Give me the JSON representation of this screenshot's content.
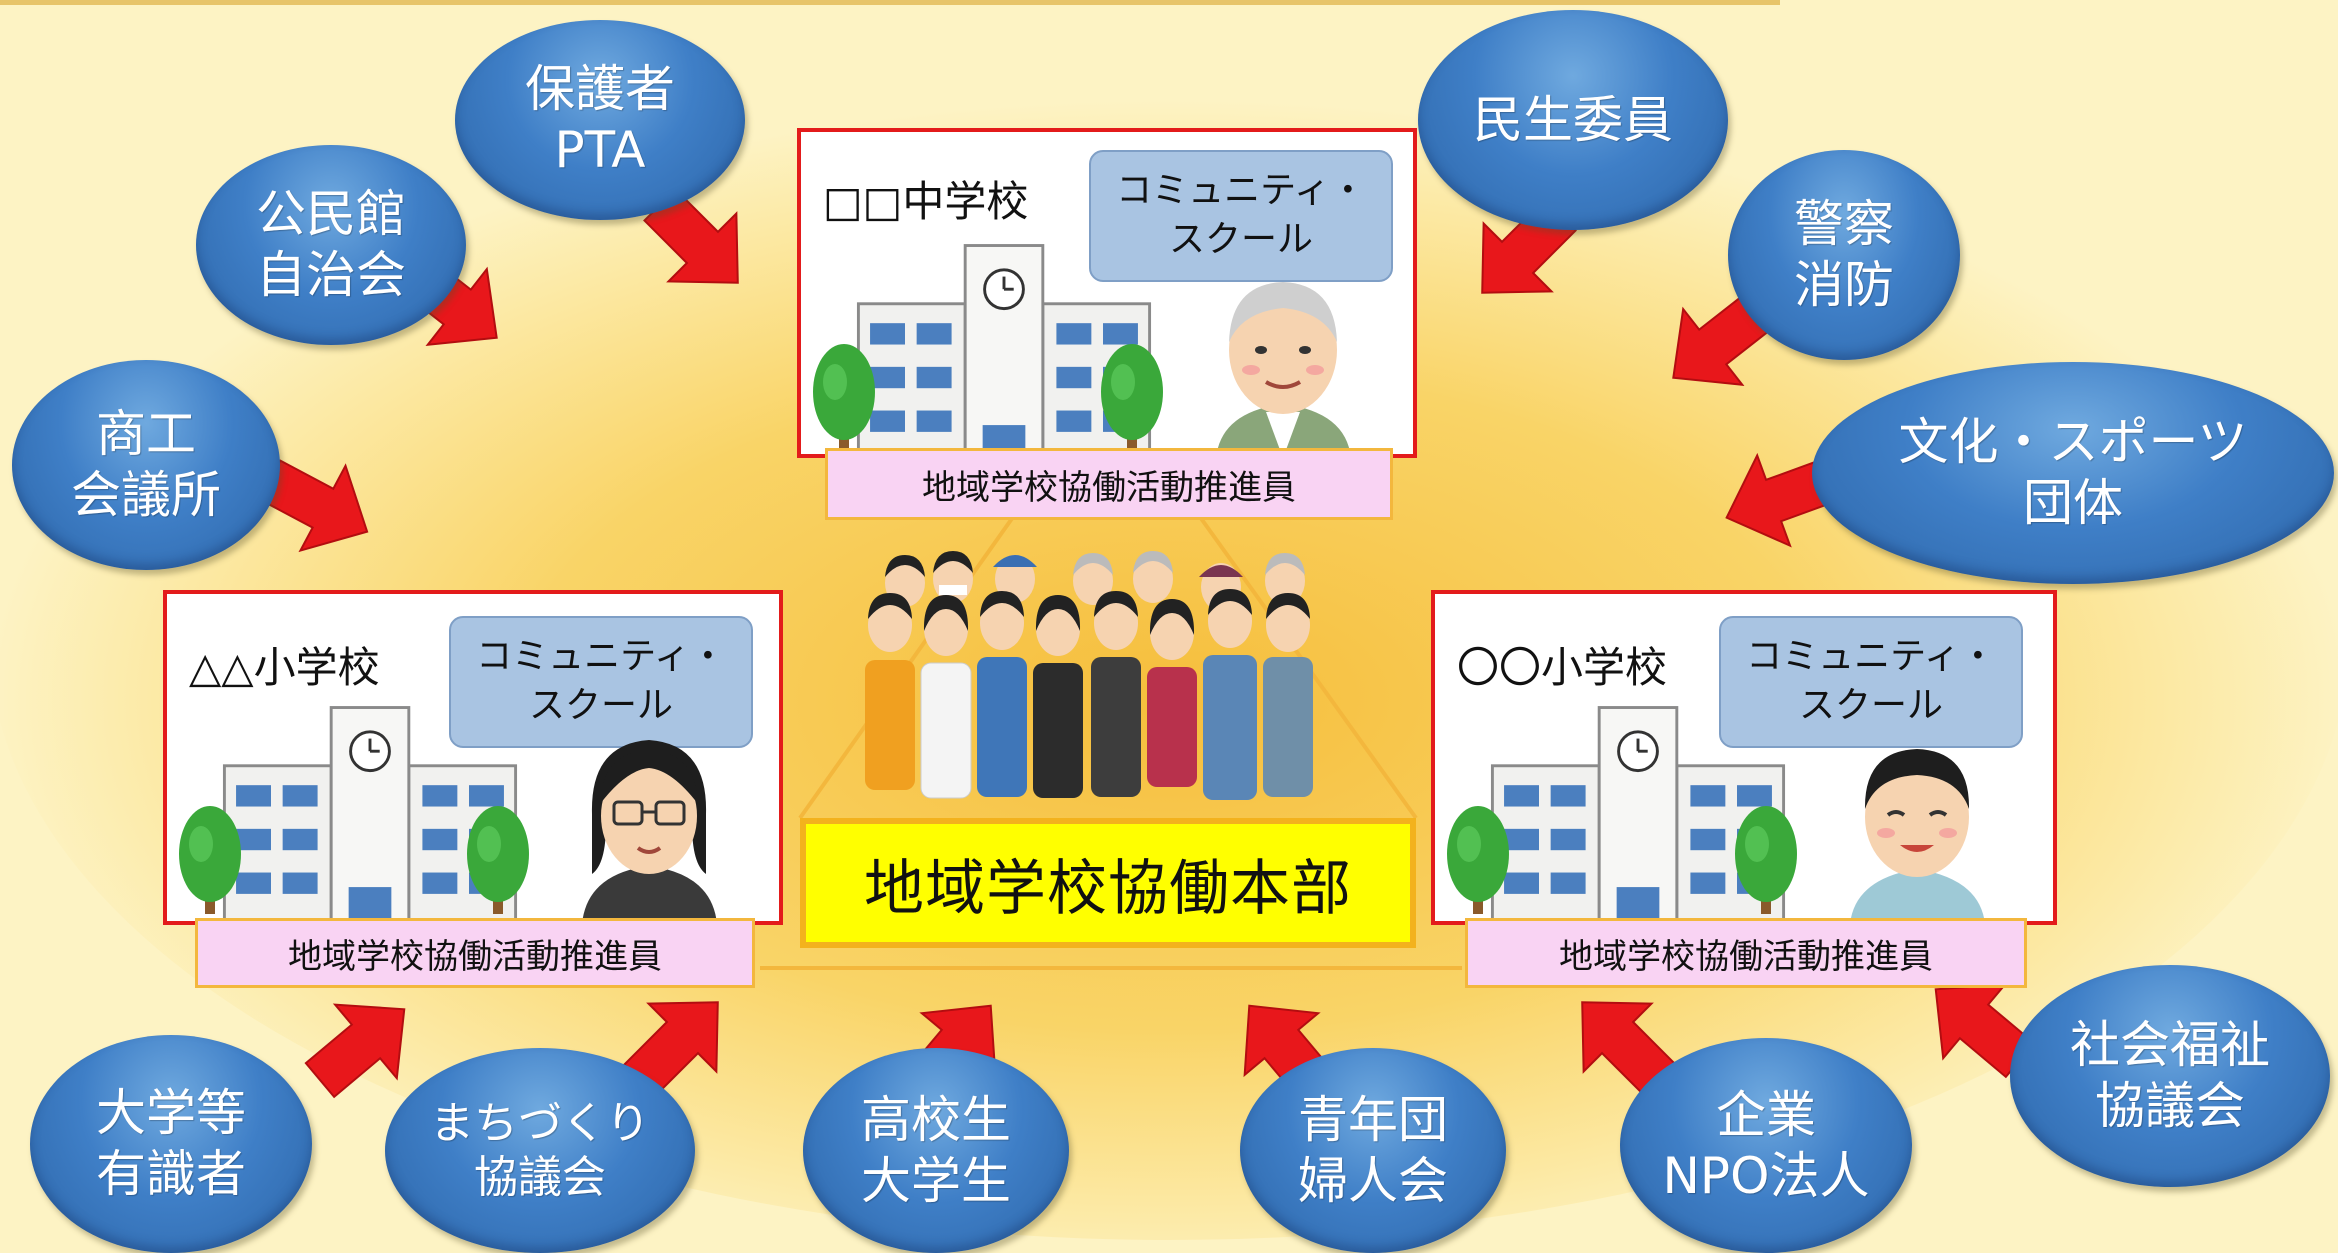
{
  "outer_bubbles": [
    {
      "id": "guardians",
      "lines": [
        "保護者",
        "PTA"
      ]
    },
    {
      "id": "kominkan",
      "lines": [
        "公民館",
        "自治会"
      ]
    },
    {
      "id": "chamber",
      "lines": [
        "商工",
        "会議所"
      ]
    },
    {
      "id": "minsei",
      "lines": [
        "民生委員"
      ]
    },
    {
      "id": "police",
      "lines": [
        "警察",
        "消防"
      ]
    },
    {
      "id": "culture",
      "lines": [
        "文化・スポーツ",
        "団体"
      ]
    },
    {
      "id": "university",
      "lines": [
        "大学等",
        "有識者"
      ]
    },
    {
      "id": "machizukuri",
      "lines": [
        "まちづくり",
        "協議会"
      ]
    },
    {
      "id": "students",
      "lines": [
        "高校生",
        "大学生"
      ]
    },
    {
      "id": "youth",
      "lines": [
        "青年団",
        "婦人会"
      ]
    },
    {
      "id": "company",
      "lines": [
        "企業",
        "NPO法人"
      ]
    },
    {
      "id": "welfare",
      "lines": [
        "社会福祉",
        "協議会"
      ]
    }
  ],
  "schools": [
    {
      "id": "junior-high",
      "name": "□□中学校",
      "community_school": [
        "コミュニティ・",
        "スクール"
      ],
      "role": "地域学校協働活動推進員"
    },
    {
      "id": "elementary-triangle",
      "name": "△△小学校",
      "community_school": [
        "コミュニティ・",
        "スクール"
      ],
      "role": "地域学校協働活動推進員"
    },
    {
      "id": "elementary-circle",
      "name": "〇〇小学校",
      "community_school": [
        "コミュニティ・",
        "スクール"
      ],
      "role": "地域学校協働活動推進員"
    }
  ],
  "headquarters": {
    "label": "地域学校協働本部"
  },
  "colors": {
    "bubble": "#3f7fc7",
    "arrow": "#e8171b",
    "school_border": "#e31b1b",
    "hq_fill": "#ffff00",
    "role_fill": "#f9d3f3",
    "community_school_fill": "#a9c4e2",
    "glow": "#f7c64e"
  }
}
